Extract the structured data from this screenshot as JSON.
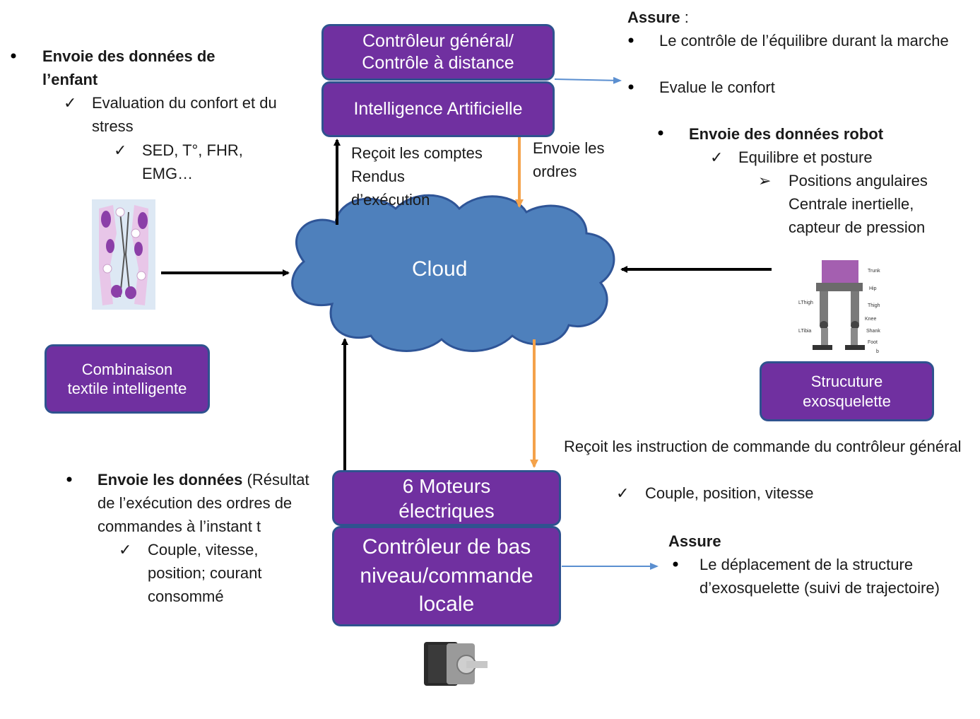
{
  "boxes": {
    "controleur_general": "Contrôleur général/ Contrôle à distance",
    "ia": "Intelligence Artificielle",
    "combinaison": "Combinaison textile intelligente",
    "structure": "Strucuture exosquelette",
    "moteurs": "6 Moteurs électriques",
    "controleur_bas": "Contrôleur de bas niveau/commande locale"
  },
  "cloud": "Cloud",
  "arrow_labels": {
    "recoit": [
      "Reçoit les comptes",
      "Rendus",
      "d’exécution"
    ],
    "envoie_ordres": [
      "Envoie les",
      "ordres"
    ]
  },
  "left_top": {
    "title": "Envoie des données de l’enfant",
    "item": "Evaluation du confort et du stress",
    "subitem": "SED, T°, FHR, EMG…"
  },
  "right_top": {
    "assure_title": "Assure",
    "assure_colon": " :",
    "assure_items": [
      "Le contrôle de l’équilibre durant la marche",
      "Evalue le confort"
    ],
    "robot_title": "Envoie des données robot",
    "robot_item": "Equilibre et posture",
    "robot_subitem": "Positions angulaires Centrale inertielle, capteur de pression"
  },
  "left_bottom": {
    "title": "Envoie les données",
    "rest": " (Résultat de l’exécution des ordres de commandes à l’instant t",
    "item": "Couple, vitesse, position; courant consommé"
  },
  "right_middle": {
    "text": "Reçoit les instruction de commande du contrôleur général",
    "item": "Couple, position, vitesse"
  },
  "right_bottom": {
    "title": "Assure",
    "item": "Le déplacement de la structure d’exosquelette (suivi de trajectoire)"
  },
  "exo_labels": [
    "Trunk",
    "Hip",
    "Thigh",
    "Knee",
    "Shank",
    "Foot",
    "LThigh",
    "LTibia",
    "b"
  ],
  "colors": {
    "box_fill": "#7030a0",
    "box_border": "#2f528f",
    "cloud_fill": "#4e80bc",
    "orange_arrow": "#f4a24a",
    "thin_arrow": "#5b8fd0"
  }
}
